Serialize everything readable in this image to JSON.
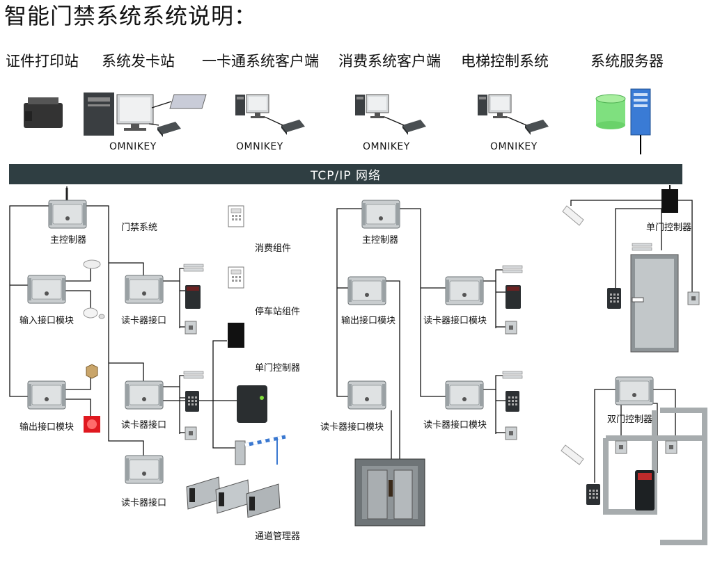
{
  "title": "智能门禁系统系统说明：",
  "top_labels": [
    "证件打印站",
    "系统发卡站",
    "一卡通系统客户端",
    "消费系统客户端",
    "电梯控制系统",
    "系统服务器"
  ],
  "omnikey": "OMNIKEY",
  "network": "TCP/IP  网络",
  "left_section": {
    "main_controller": "主控制器",
    "access_system": "门禁系统",
    "input_module": "输入接口模块",
    "output_module": "输出接口模块",
    "reader_interface_1": "读卡器接口",
    "reader_interface_2": "读卡器接口",
    "reader_interface_3": "读卡器接口",
    "consumption_component": "消费组件",
    "parking_component": "停车站组件",
    "single_door_controller": "单门控制器",
    "channel_manager": "通道管理器"
  },
  "middle_section": {
    "main_controller": "主控制器",
    "output_module": "输出接口模块",
    "reader_module_left": "读卡器接口模块",
    "reader_module_right_top": "读卡器接口模块",
    "reader_module_right_bottom": "读卡器接口模块"
  },
  "right_section": {
    "single_door_controller": "单门控制器",
    "double_door_controller": "双门控制器"
  },
  "colors": {
    "network_bar": "#2f3e42",
    "database": "#7fe07f",
    "server": "#3a7bd5"
  }
}
